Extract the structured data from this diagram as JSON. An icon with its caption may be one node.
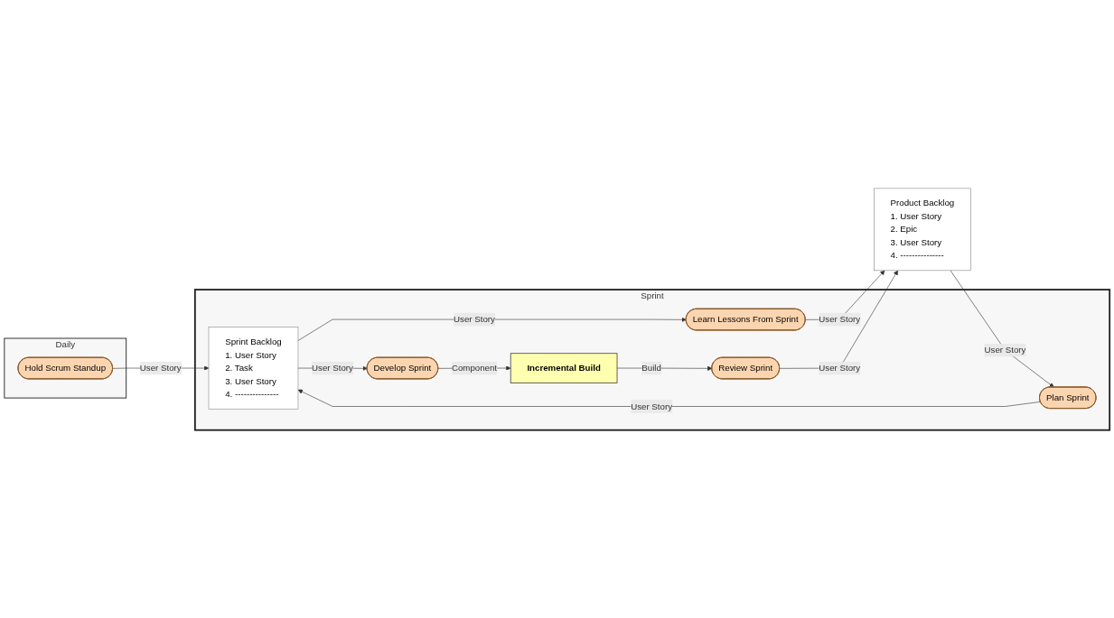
{
  "diagram": {
    "nodes": [
      {
        "text": [
          "Daily"
        ]
      },
      {
        "text": [
          "Hold Scrum Standup"
        ],
        "in": 0
      },
      {
        "text": [
          "Sprint"
        ]
      },
      {
        "text": [
          "Product Backlog",
          "1. User Story",
          "2. Epic",
          "3. User Story",
          "4. ---------------"
        ]
      },
      {
        "text": [
          "Plan Sprint"
        ],
        "in": 2
      },
      {
        "text": [
          "Sprint Backlog",
          "1. User Story",
          "2. Task",
          "3. User Story",
          "4. ---------------"
        ],
        "in": 2
      },
      {
        "text": [
          "Incremental Build"
        ],
        "in": 2
      },
      {
        "text": [
          "Learn Lessons From Sprint"
        ],
        "in": 2
      },
      {
        "text": [
          "Develop Sprint"
        ],
        "in": 2
      },
      {
        "text": [
          "Review Sprint"
        ],
        "in": 2
      }
    ],
    "edges": [
      {
        "from": 3,
        "to": 4,
        "arrow": "to",
        "label": "User Story"
      },
      {
        "from": 1,
        "to": 5,
        "arrow": "to",
        "label": "User Story"
      },
      {
        "from": 4,
        "to": 5,
        "arrow": "to",
        "label": "User Story"
      },
      {
        "from": 5,
        "to": 7,
        "arrow": "to",
        "label": "User Story"
      },
      {
        "from": 7,
        "to": 3,
        "arrow": "to",
        "label": "User Story"
      },
      {
        "from": 5,
        "to": 8,
        "arrow": "to",
        "label": "User Story"
      },
      {
        "from": 8,
        "to": 6,
        "arrow": "to",
        "label": "Component"
      },
      {
        "from": 6,
        "to": 9,
        "arrow": "to",
        "label": "Build"
      },
      {
        "from": 9,
        "to": 3,
        "arrow": "to",
        "label": "User Story"
      }
    ]
  }
}
